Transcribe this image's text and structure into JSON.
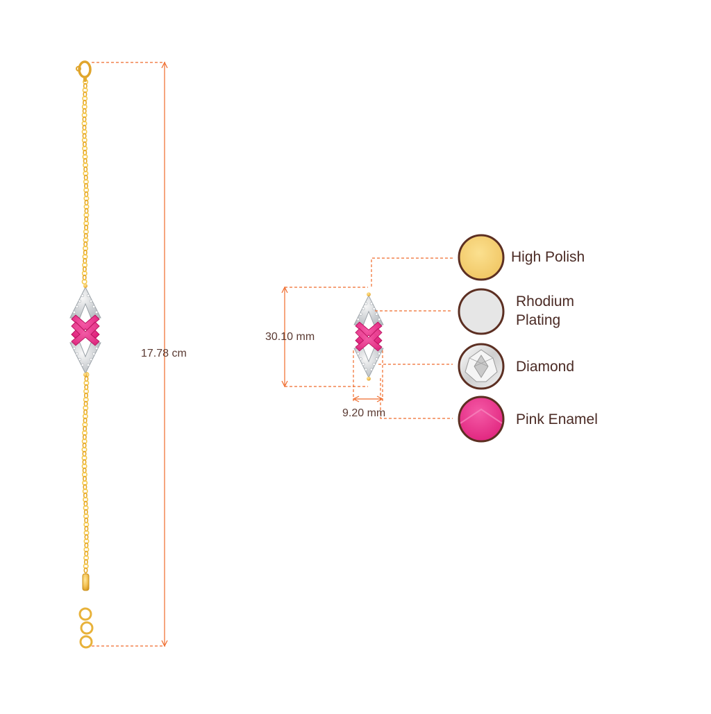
{
  "measurements": {
    "total_length": "17.78 cm",
    "pendant_height": "30.10 mm",
    "pendant_width": "9.20 mm"
  },
  "materials": [
    {
      "name": "High Polish",
      "swatch_color": "#f3cd6e",
      "icon": "gold-polish-swatch"
    },
    {
      "name": "Rhodium\nPlating",
      "swatch_color": "#e6e6e6",
      "icon": "rhodium-swatch"
    },
    {
      "name": "Diamond",
      "swatch_color": "#d9d9d9",
      "icon": "diamond-swatch"
    },
    {
      "name": "Pink Enamel",
      "swatch_color": "#ee3d94",
      "icon": "pink-enamel-swatch"
    }
  ],
  "colors": {
    "gold": "#f0b93a",
    "gold_dark": "#c98c15",
    "dimension_line": "#ef6a2a",
    "swatch_border": "#5c2f22",
    "pink": "#ec3a8c",
    "silver": "#c9cfd4"
  }
}
